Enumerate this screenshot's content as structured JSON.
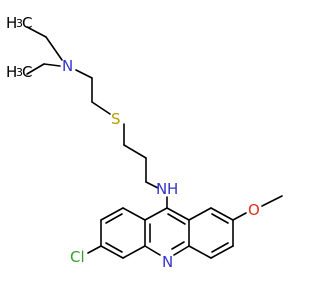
{
  "colors": {
    "carbon_bond": "#000000",
    "nitrogen": "#3333cc",
    "sulfur": "#b3a100",
    "oxygen": "#e0301e",
    "chlorine": "#33a02c"
  },
  "labels": {
    "ethyl_top": "H",
    "ethyl_top_sub": "3",
    "ethyl_top_c": "C",
    "ethyl_bottom": "H",
    "ethyl_bottom_sub": "3",
    "ethyl_bottom_c": "C",
    "amine_n": "N",
    "sulfur": "S",
    "nh_n": "N",
    "nh_h": "H",
    "oxygen": "O",
    "chlorine": "Cl",
    "ring_n": "N"
  }
}
